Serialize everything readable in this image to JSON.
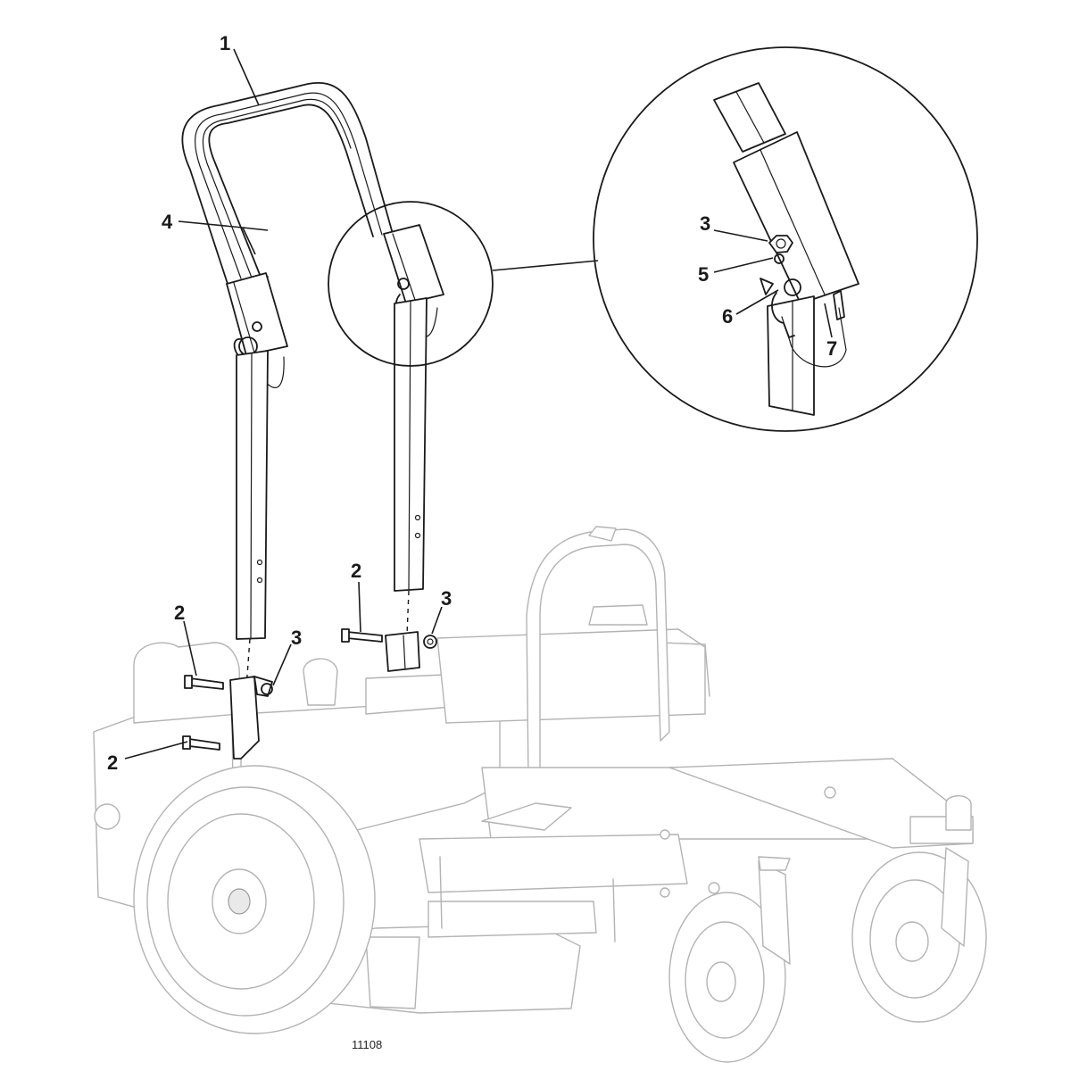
{
  "diagram": {
    "figure_id": "11108",
    "callouts": [
      {
        "id": "c1",
        "label": "1"
      },
      {
        "id": "c4",
        "label": "4"
      },
      {
        "id": "c2a",
        "label": "2"
      },
      {
        "id": "c3a",
        "label": "3"
      },
      {
        "id": "c2b",
        "label": "2"
      },
      {
        "id": "c2c",
        "label": "2"
      },
      {
        "id": "c3b",
        "label": "3"
      },
      {
        "id": "c3c",
        "label": "3"
      },
      {
        "id": "c5",
        "label": "5"
      },
      {
        "id": "c6",
        "label": "6"
      },
      {
        "id": "c7",
        "label": "7"
      }
    ]
  }
}
